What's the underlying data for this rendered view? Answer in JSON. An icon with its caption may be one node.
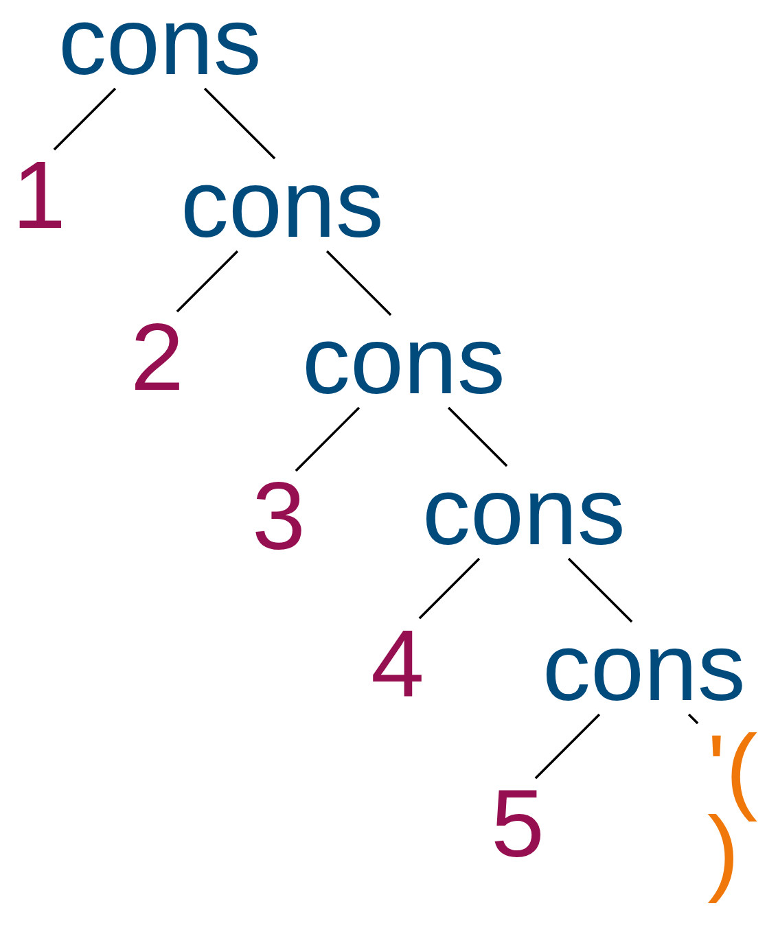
{
  "diagram": {
    "nodes": [
      {
        "text": [
          "cons"
        ]
      },
      {
        "text": [
          "1"
        ]
      },
      {
        "text": [
          "cons"
        ]
      },
      {
        "text": [
          "2"
        ]
      },
      {
        "text": [
          "cons"
        ]
      },
      {
        "text": [
          "3"
        ]
      },
      {
        "text": [
          "cons"
        ]
      },
      {
        "text": [
          "4"
        ]
      },
      {
        "text": [
          "cons"
        ]
      },
      {
        "text": [
          "5"
        ]
      },
      {
        "text": [
          "'()"
        ]
      }
    ],
    "edges": [
      {
        "from": 0,
        "to": 1,
        "arrow": "none"
      },
      {
        "from": 0,
        "to": 2,
        "arrow": "none"
      },
      {
        "from": 2,
        "to": 3,
        "arrow": "none"
      },
      {
        "from": 2,
        "to": 4,
        "arrow": "none"
      },
      {
        "from": 4,
        "to": 5,
        "arrow": "none"
      },
      {
        "from": 4,
        "to": 6,
        "arrow": "none"
      },
      {
        "from": 6,
        "to": 7,
        "arrow": "none"
      },
      {
        "from": 6,
        "to": 8,
        "arrow": "none"
      },
      {
        "from": 8,
        "to": 9,
        "arrow": "none"
      },
      {
        "from": 8,
        "to": 10,
        "arrow": "none"
      }
    ]
  }
}
